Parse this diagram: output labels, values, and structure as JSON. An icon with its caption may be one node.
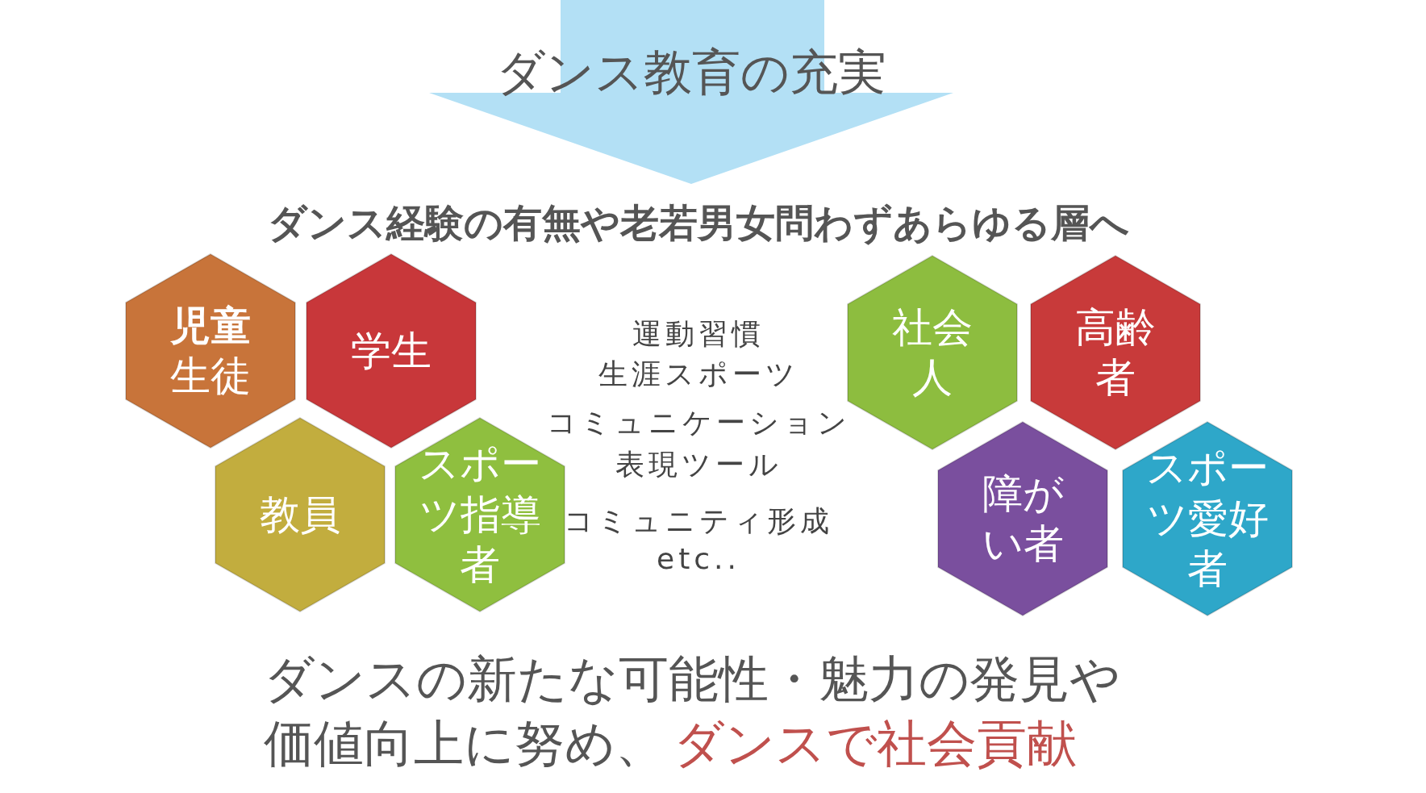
{
  "diagram": {
    "nodes": [
      {
        "text": [
          "ダンス教育の充実"
        ]
      },
      {
        "text": [
          "**児童**生徒"
        ]
      },
      {
        "text": [
          "学生"
        ]
      },
      {
        "text": [
          "教員"
        ]
      },
      {
        "text": [
          "スポーツ指導者"
        ]
      },
      {
        "text": [
          "社会人"
        ]
      },
      {
        "text": [
          "高齢者"
        ]
      },
      {
        "text": [
          "障がい者"
        ]
      },
      {
        "text": [
          "スポーツ愛好者"
        ]
      }
    ],
    "edges": [],
    "labels": [
      "ダンス経験の有無や老若男女問わずあらゆる層へ",
      "運動習慣",
      "生涯スポーツ",
      "コミュニケーション",
      "表現ツール",
      "コミュニティ形成",
      "etc..",
      "ダンスの新たな可能性・魅力の発見や",
      "価値向上に努め、",
      "ダンスで社会貢献"
    ]
  }
}
